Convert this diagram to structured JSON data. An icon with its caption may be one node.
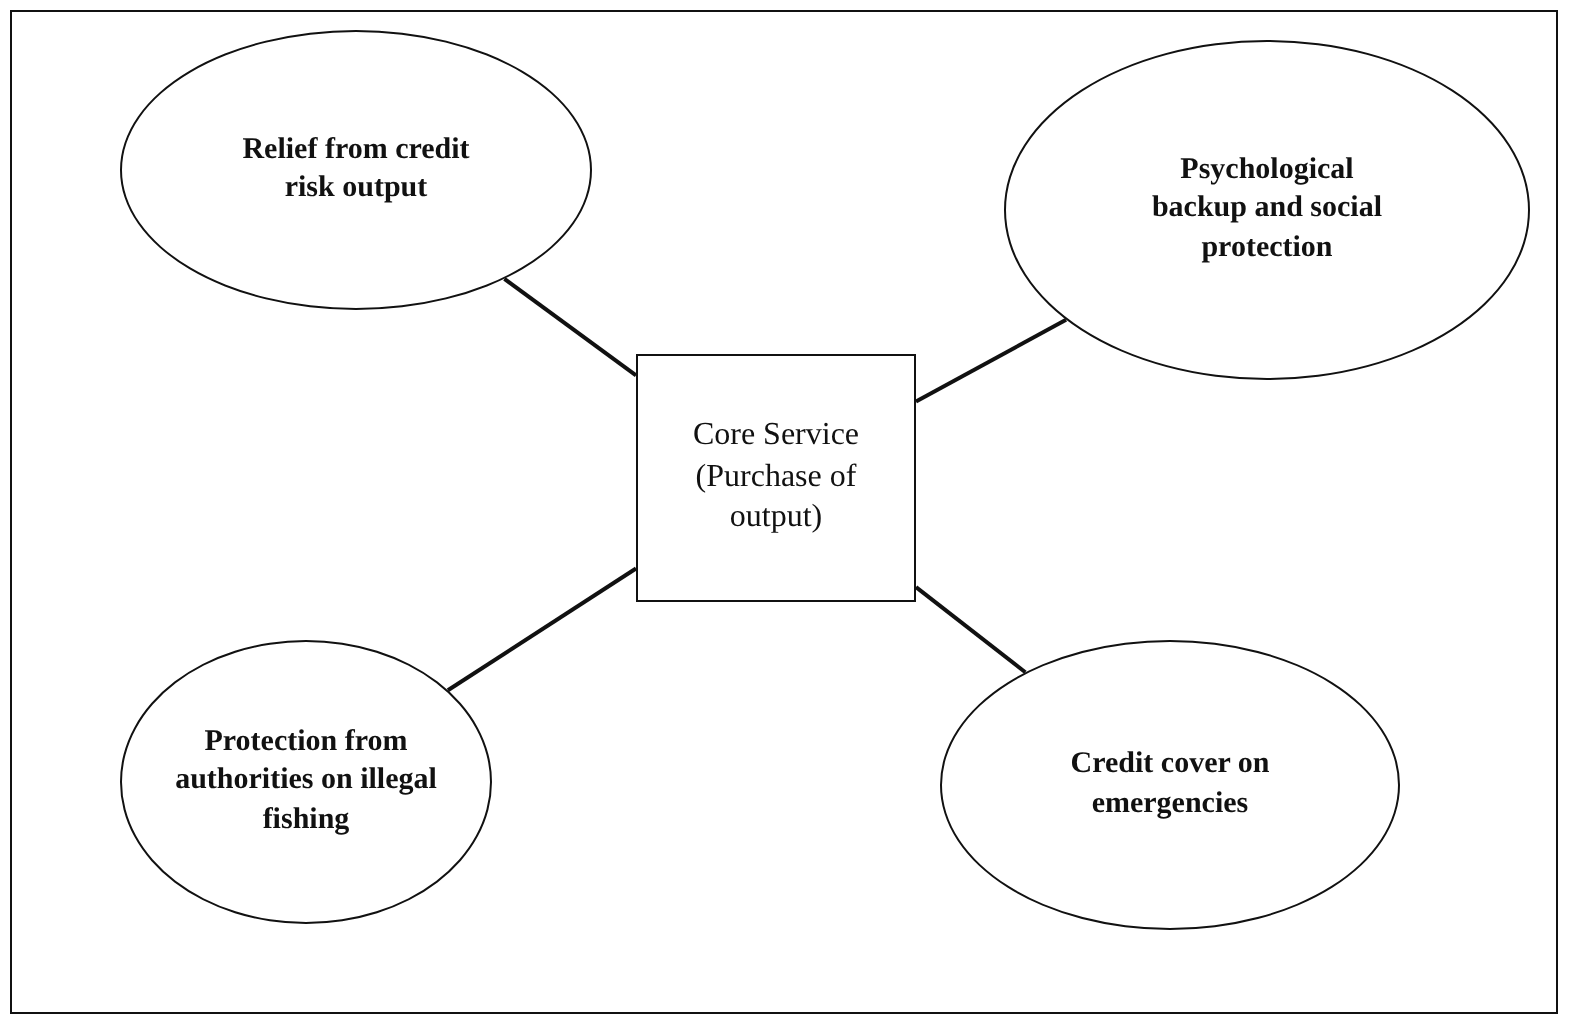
{
  "diagram": {
    "nodes": [
      {
        "text": [
          "Relief from credit risk output"
        ]
      },
      {
        "text": [
          "Psychological backup and social protection"
        ]
      },
      {
        "text": [
          "Core Service (Purchase of output)"
        ]
      },
      {
        "text": [
          "Protection from authorities on illegal fishing"
        ]
      },
      {
        "text": [
          "Credit cover on emergencies"
        ]
      }
    ],
    "edges": [
      {
        "from": 2,
        "to": 0,
        "arrow": "none"
      },
      {
        "from": 2,
        "to": 1,
        "arrow": "none"
      },
      {
        "from": 2,
        "to": 3,
        "arrow": "none"
      },
      {
        "from": 2,
        "to": 4,
        "arrow": "none"
      }
    ]
  }
}
